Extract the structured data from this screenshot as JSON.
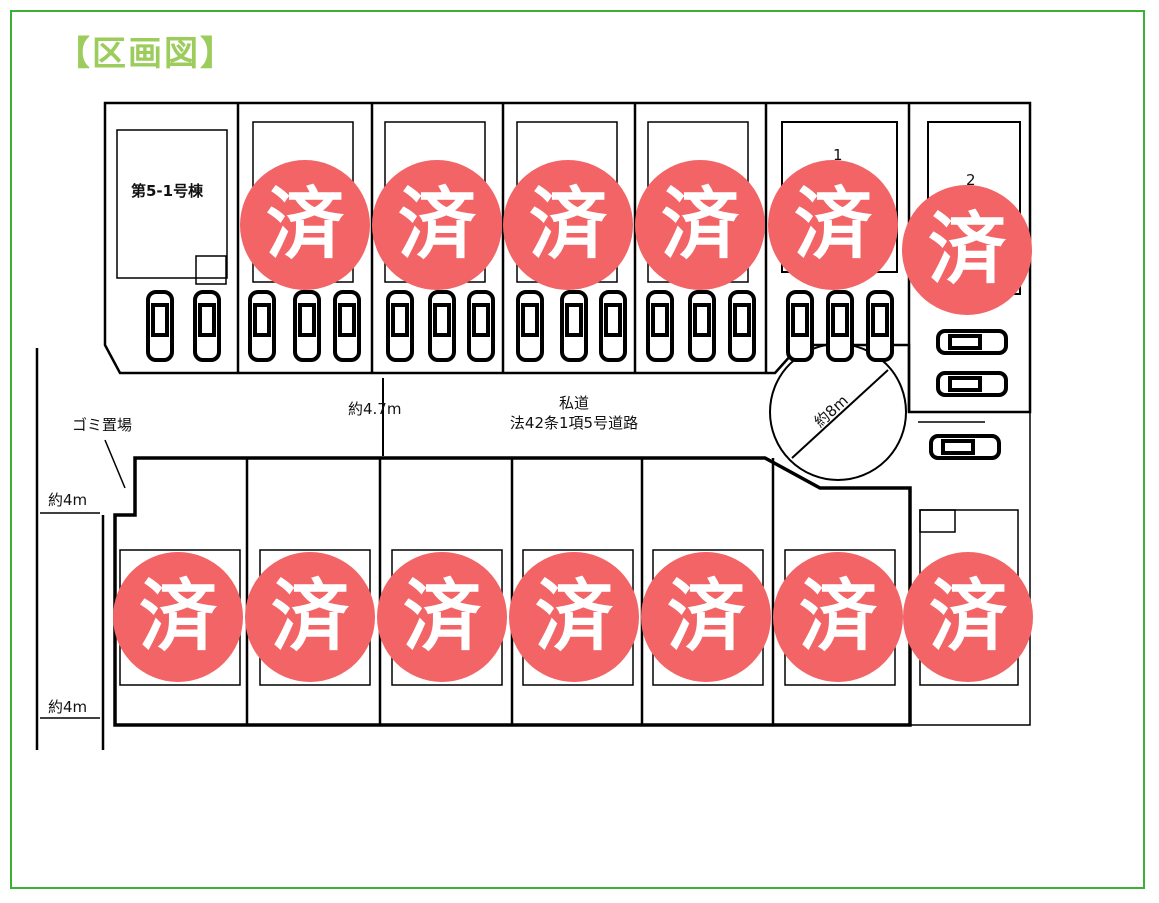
{
  "title": "【区画図】",
  "lots": {
    "model_house": "第5-1号棟",
    "lot1": "1",
    "lot2": "2"
  },
  "road": {
    "line1": "私道",
    "line2": "法42条1項5号道路",
    "width": "約4.7m",
    "turn": "約8m"
  },
  "garbage": "ゴミ置場",
  "side_road": {
    "top": "約4m",
    "bottom": "約4m"
  },
  "stamp": {
    "text": "済",
    "color": "#f26466"
  },
  "sold_lots_count": 13
}
